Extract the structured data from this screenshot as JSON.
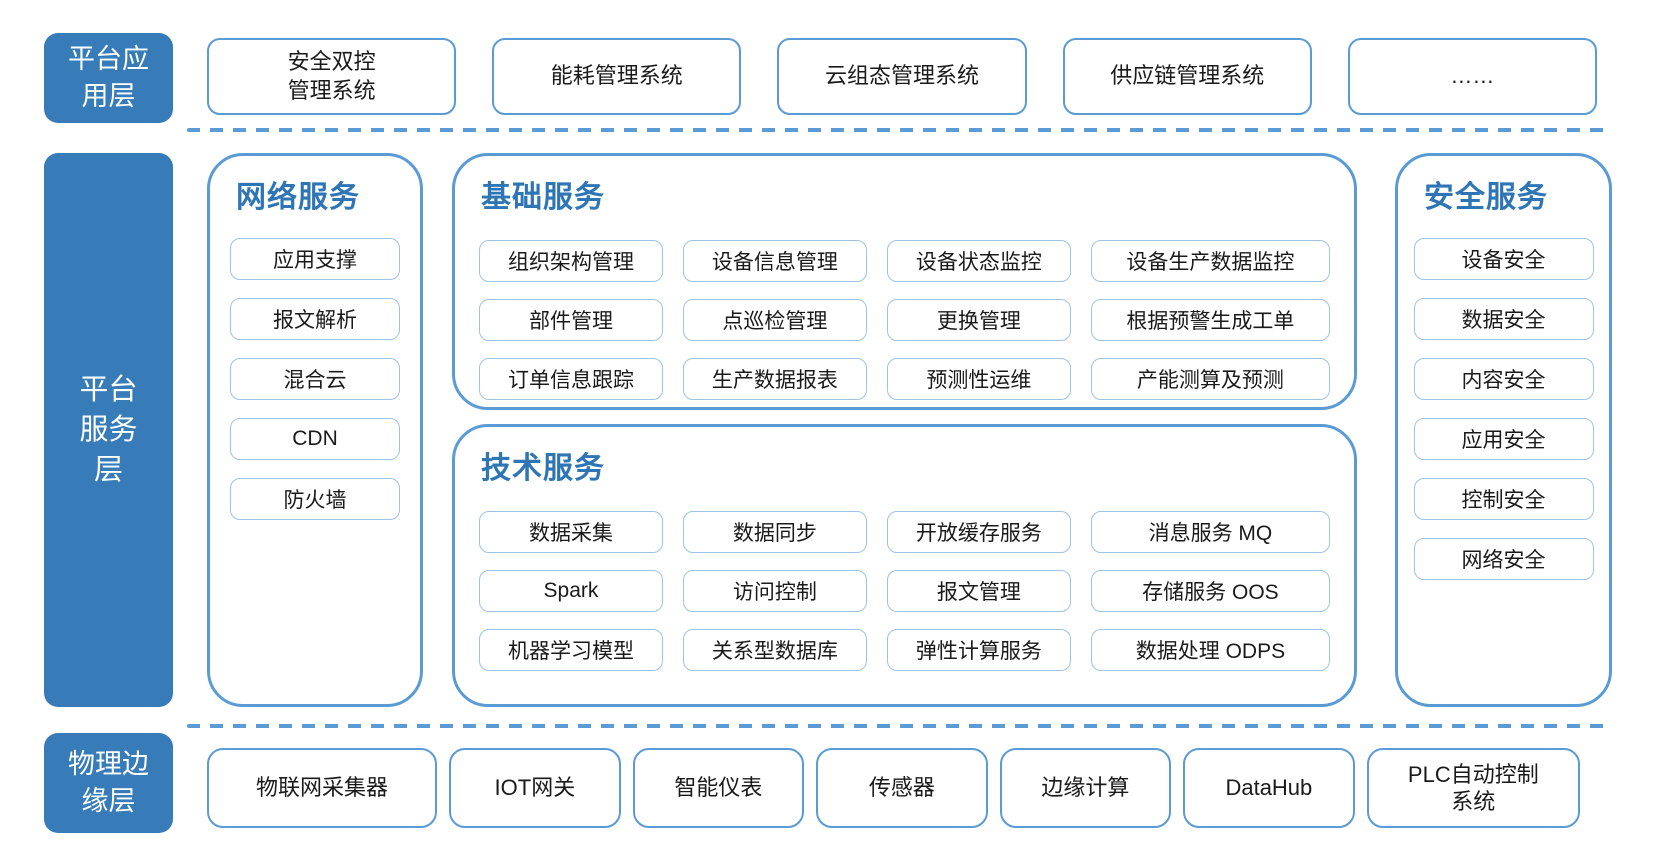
{
  "colors": {
    "layer_fill": "#377CB8",
    "outer_border": "#5B9BD5",
    "inner_border": "#9DC3E6",
    "group_title_text": "#2E75B6",
    "dashed_separator": "#5B9BD5",
    "body_text": "#1A1A1A"
  },
  "layers": {
    "application": {
      "label": "平台应\n用层",
      "items": [
        "安全双控\n管理系统",
        "能耗管理系统",
        "云组态管理系统",
        "供应链管理系统",
        "……"
      ]
    },
    "platform": {
      "label": "平台\n服务\n层",
      "groups": {
        "network": {
          "title": "网络服务",
          "items": [
            "应用支撑",
            "报文解析",
            "混合云",
            "CDN",
            "防火墙"
          ]
        },
        "basic": {
          "title": "基础服务",
          "items": [
            "组织架构管理",
            "设备信息管理",
            "设备状态监控",
            "设备生产数据监控",
            "部件管理",
            "点巡检管理",
            "更换管理",
            "根据预警生成工单",
            "订单信息跟踪",
            "生产数据报表",
            "预测性运维",
            "产能测算及预测"
          ]
        },
        "tech": {
          "title": "技术服务",
          "items": [
            "数据采集",
            "数据同步",
            "开放缓存服务",
            "消息服务 MQ",
            "Spark",
            "访问控制",
            "报文管理",
            "存储服务 OOS",
            "机器学习模型",
            "关系型数据库",
            "弹性计算服务",
            "数据处理 ODPS"
          ]
        },
        "security": {
          "title": "安全服务",
          "items": [
            "设备安全",
            "数据安全",
            "内容安全",
            "应用安全",
            "控制安全",
            "网络安全"
          ]
        }
      }
    },
    "edge": {
      "label": "物理边\n缘层",
      "items": [
        "物联网采集器",
        "IOT网关",
        "智能仪表",
        "传感器",
        "边缘计算",
        "DataHub",
        "PLC自动控制\n系统"
      ]
    }
  }
}
